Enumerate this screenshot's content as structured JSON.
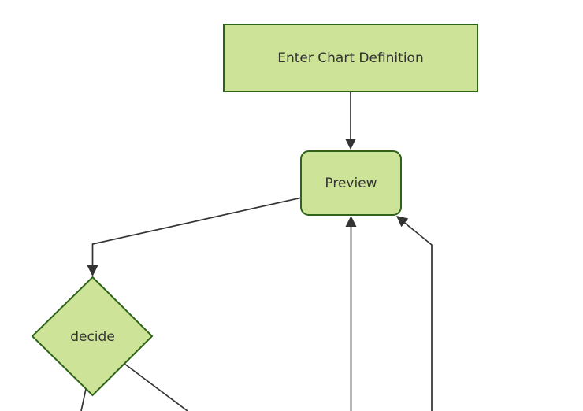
{
  "diagram": {
    "type": "flowchart",
    "direction": "top-down",
    "nodes": [
      {
        "id": "enter-chart-definition",
        "label": "Enter Chart Definition",
        "shape": "rectangle"
      },
      {
        "id": "preview",
        "label": "Preview",
        "shape": "rounded-rectangle"
      },
      {
        "id": "decide",
        "label": "decide",
        "shape": "diamond"
      }
    ],
    "edges": [
      {
        "from": "enter-chart-definition",
        "to": "preview",
        "arrow": true
      },
      {
        "from": "preview",
        "to": "decide",
        "arrow": true
      },
      {
        "from": "offscreen-bottom",
        "to": "preview",
        "arrow": true
      },
      {
        "from": "offscreen-bottom-right",
        "to": "preview",
        "arrow": true
      },
      {
        "from": "decide",
        "to": "offscreen-bottom-left",
        "arrow": false
      },
      {
        "from": "decide",
        "to": "offscreen-bottom-right",
        "arrow": false
      }
    ],
    "colors": {
      "background": "#ffffff",
      "node_fill": "#cde498",
      "node_border": "#2e6318",
      "label_text": "#333333",
      "edge_stroke": "#333333"
    }
  }
}
